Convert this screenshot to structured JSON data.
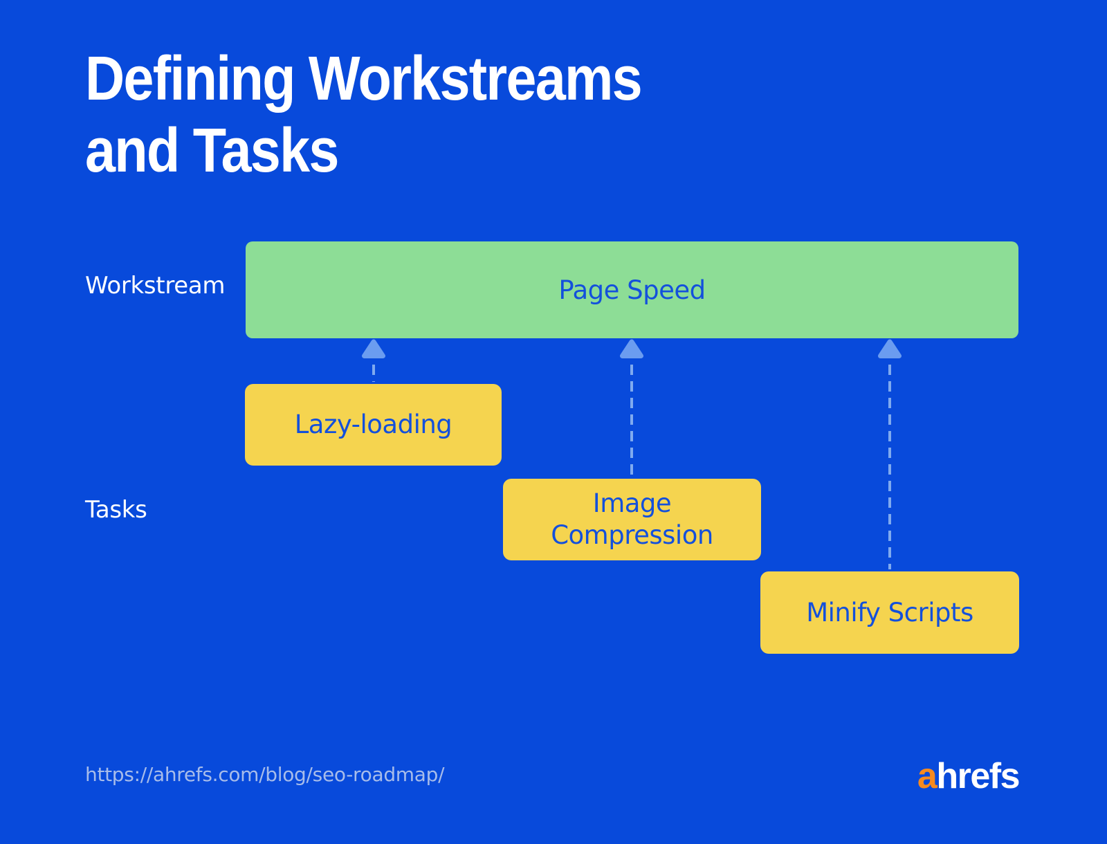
{
  "colors": {
    "background": "#084ADB",
    "bar_green": "#8DDD96",
    "task_yellow": "#F5D44F",
    "text_blue": "#1350DC",
    "arrow_blue": "#6B9CF0",
    "dash_blue": "#7FAAEF",
    "url_text": "#A7BCEA",
    "logo_orange": "#F68A1F",
    "white": "#FFFFFF"
  },
  "title": {
    "text": "Defining Workstreams\nand Tasks"
  },
  "row_labels": {
    "workstream": "Workstream",
    "tasks": "Tasks"
  },
  "chart_data": {
    "type": "table",
    "title": "Defining Workstreams and Tasks",
    "workstream": {
      "label": "Page Speed"
    },
    "tasks": [
      {
        "label": "Lazy-loading"
      },
      {
        "label": "Image\nCompression"
      },
      {
        "label": "Minify Scripts"
      }
    ]
  },
  "footer": {
    "url": "https://ahrefs.com/blog/seo-roadmap/",
    "logo_a": "a",
    "logo_rest": "hrefs"
  }
}
